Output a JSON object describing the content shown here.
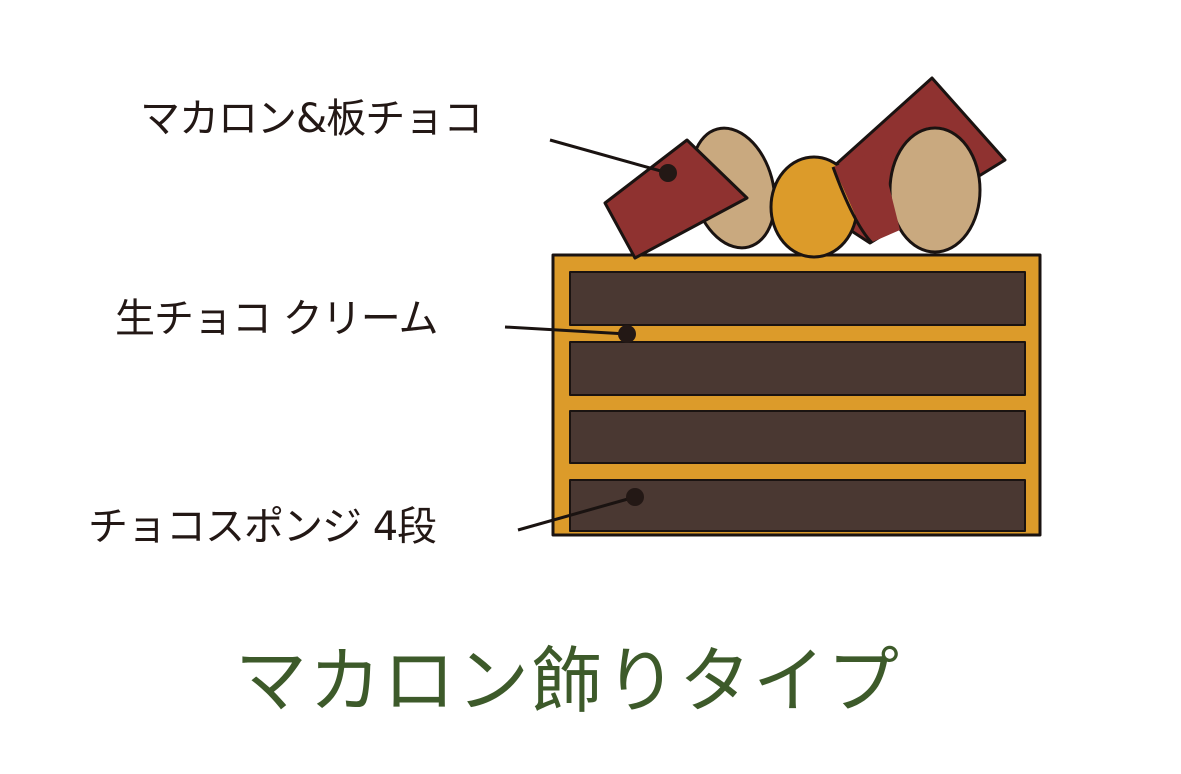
{
  "labels": {
    "topping": "マカロン&板チョコ",
    "cream": "生チョコ クリーム",
    "sponge": "チョコスポンジ 4段"
  },
  "title": "マカロン飾りタイプ",
  "colors": {
    "chocolate_bar": "#8f3230",
    "macaron": "#c9a97f",
    "gold": "#dc9b2a",
    "sponge": "#4a3832",
    "title": "#3d5a2a",
    "outline": "#1a1311"
  }
}
